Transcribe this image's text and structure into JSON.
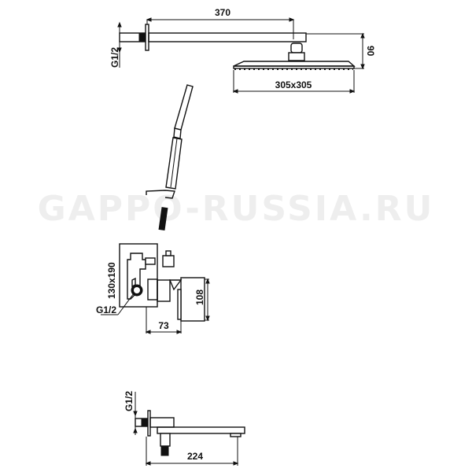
{
  "watermark": "GAPPO-RUSSIA.RU",
  "overhead_shower": {
    "arm_length": "370",
    "drop_height": "90",
    "head_size": "305x305",
    "thread": "G1/2"
  },
  "hand_shower": {},
  "mixer": {
    "box_size": "130x190",
    "depth": "73",
    "height": "108",
    "thread": "G1/2"
  },
  "spout": {
    "length": "224",
    "thread": "G1/2"
  }
}
